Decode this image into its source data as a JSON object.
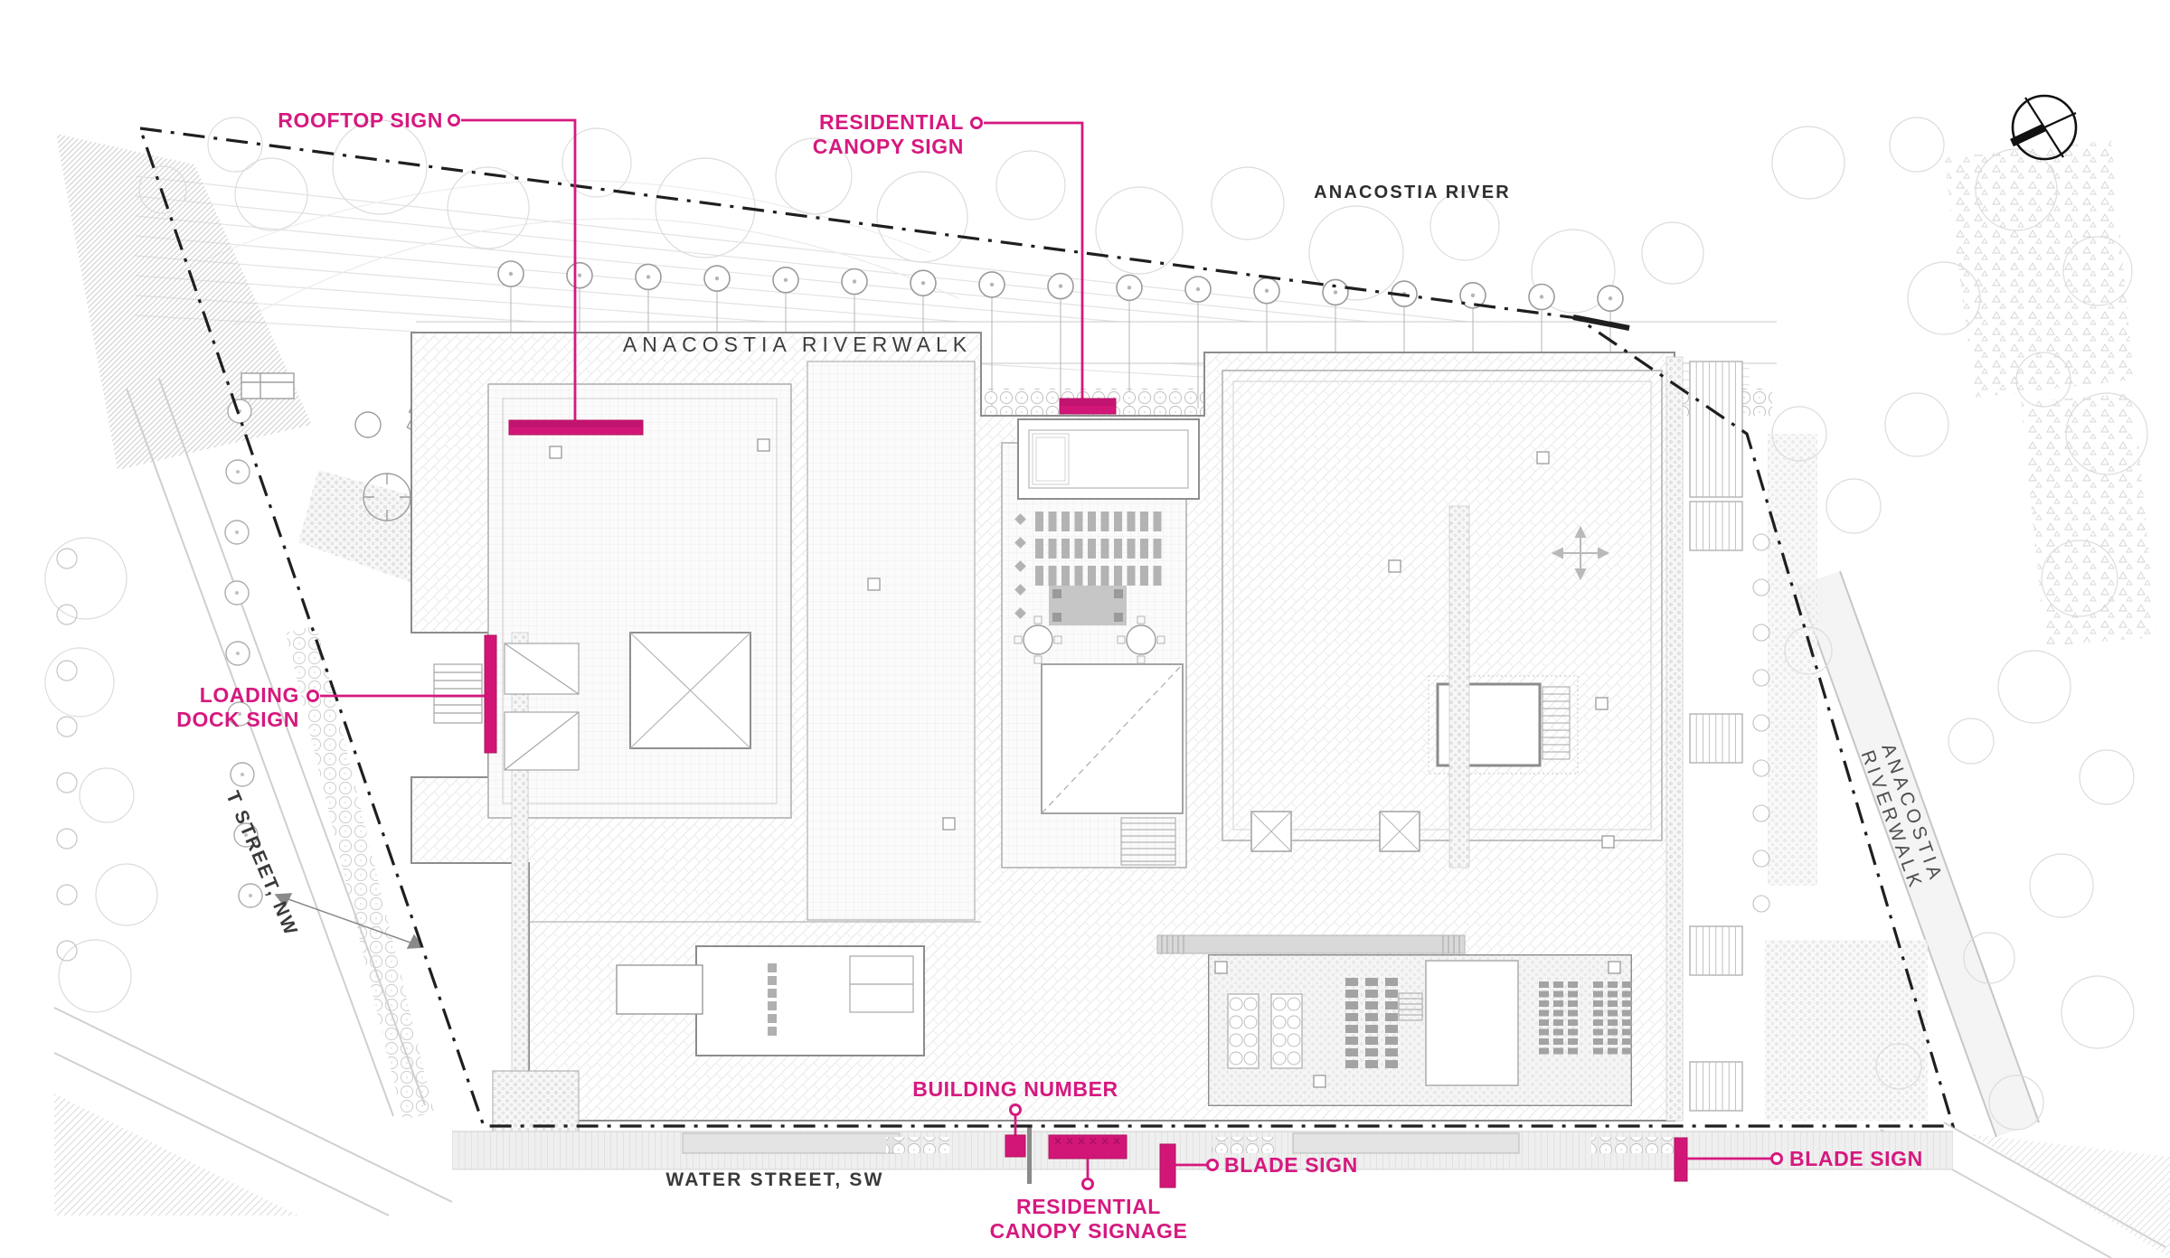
{
  "colors": {
    "accent_pink": "#d6197f",
    "bar_pink": "#d21677",
    "boundary_black": "#1f1f1f",
    "street_text_gray": "#3a3a3a",
    "plan_line_gray": "#9a9a9a"
  },
  "labels": {
    "rooftop_sign": {
      "text": "ROOFTOP SIGN"
    },
    "residential_canopy_sign": {
      "line1": "RESIDENTIAL",
      "line2": "CANOPY SIGN"
    },
    "loading_dock_sign": {
      "line1": "LOADING",
      "line2": "DOCK SIGN"
    },
    "building_number": {
      "text": "BUILDING NUMBER"
    },
    "residential_canopy_signage": {
      "line1": "RESIDENTIAL",
      "line2": "CANOPY SIGNAGE"
    },
    "blade_sign_left": {
      "text": "BLADE SIGN"
    },
    "blade_sign_right": {
      "text": "BLADE SIGN"
    }
  },
  "streets": {
    "anacostia_river": "ANACOSTIA RIVER",
    "anacostia_riverwalk_top": "ANACOSTIA RIVERWALK",
    "anacostia_riverwalk_right": "ANACOSTIA RIVERWALK",
    "t_street": "T STREET, NW",
    "water_street": "WATER STREET, SW"
  },
  "icons": {
    "north_arrow": "compass north arrow"
  }
}
